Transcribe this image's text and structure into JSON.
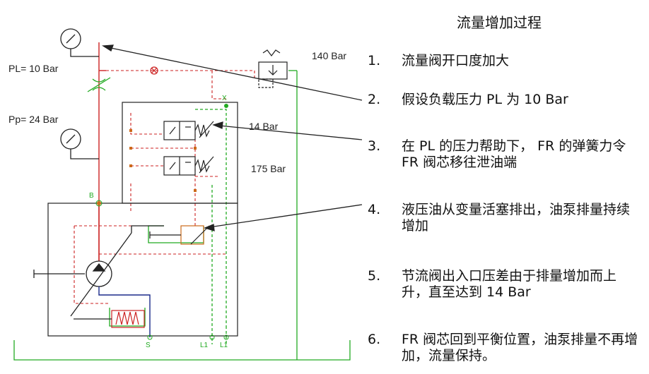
{
  "diagram": {
    "labels": {
      "pl": "PL= 10 Bar",
      "pp": "Pp= 24 Bar",
      "bar140": "140 Bar",
      "bar14": "14 Bar",
      "bar175": "175 Bar",
      "port_b": "B",
      "port_x": "X",
      "port_s": "S",
      "port_l1a": "L1",
      "port_l1b": "L1"
    },
    "colors": {
      "pilot_line": "#cc2222",
      "drain_line": "#22aa22",
      "pressure_line": "#cc2222",
      "outline": "#222222",
      "suction_line": "#1a2a8a",
      "orange": "#cc6a1a"
    }
  },
  "panel": {
    "title": "流量增加过程",
    "steps": [
      {
        "num": "1.",
        "text": "流量阀开口度加大"
      },
      {
        "num": "2.",
        "text": "假设负载压力 PL 为 10 Bar"
      },
      {
        "num": "3.",
        "text": "在 PL 的压力帮助下， FR 的弹簧力令 FR 阀芯移往泄油端"
      },
      {
        "num": "4.",
        "text": "液压油从变量活塞排出，油泵排量持续增加"
      },
      {
        "num": "5.",
        "text": "节流阀出入口压差由于排量增加而上升，直至达到 14 Bar"
      },
      {
        "num": "6.",
        "text": "FR 阀芯回到平衡位置，油泵排量不再增加，流量保持。"
      }
    ]
  }
}
